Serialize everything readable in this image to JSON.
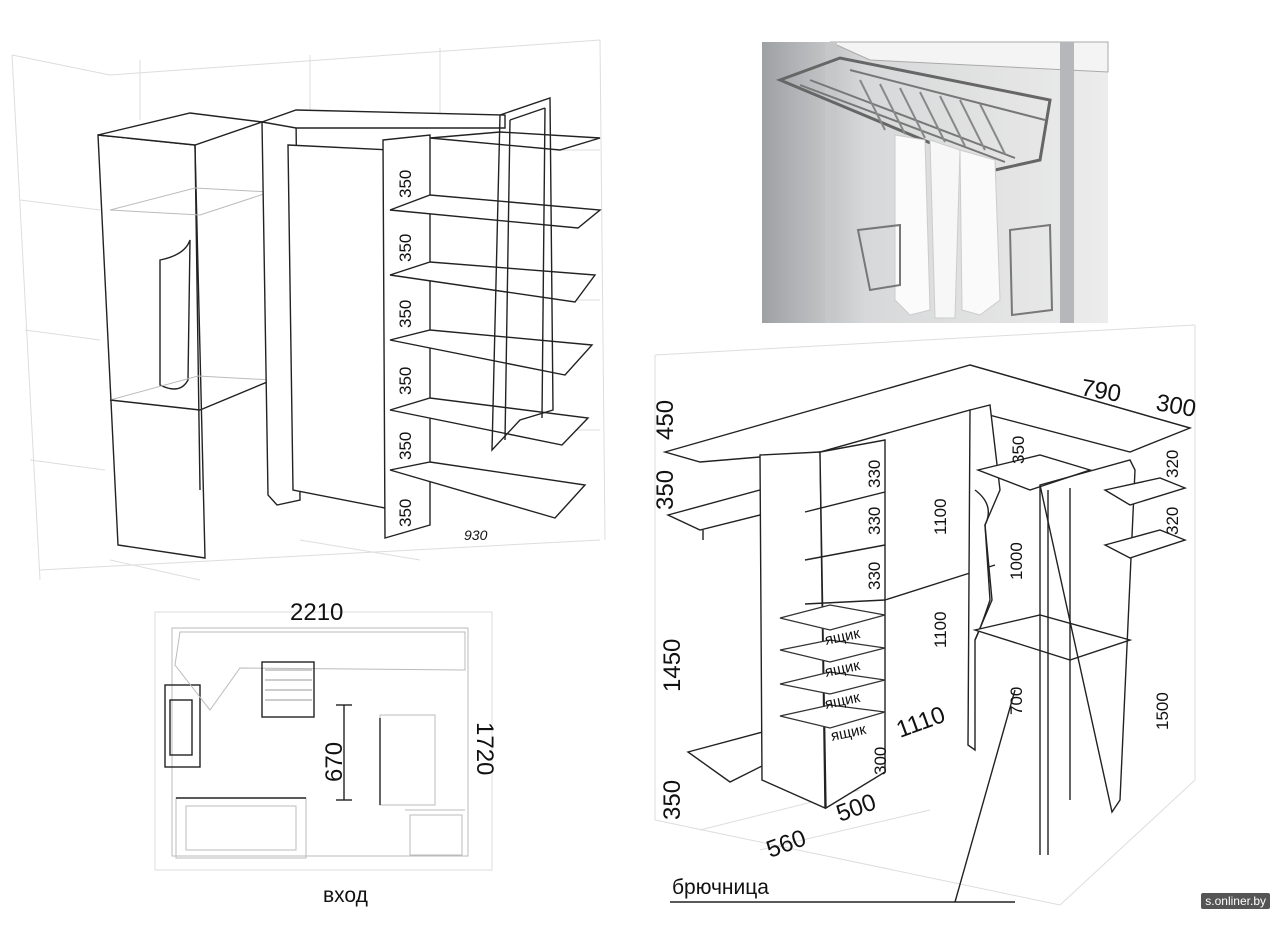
{
  "top_left_cabinet": {
    "shelf_heights": [
      "350",
      "350",
      "350",
      "350",
      "350",
      "350"
    ],
    "width": "930"
  },
  "floor_plan": {
    "width": "2210",
    "depth": "1720",
    "passage": "670",
    "entrance_label": "вход"
  },
  "right_cabinet": {
    "left_heights": [
      "450",
      "350",
      "1450",
      "350"
    ],
    "top_widths": [
      "790",
      "300"
    ],
    "middle_shelves": [
      "330",
      "330",
      "330"
    ],
    "right_shelves": [
      "320",
      "320"
    ],
    "inner_top": "350",
    "upper_bay": "1100",
    "lower_bay": "1100",
    "hanging": "1000",
    "under_drawers": "300",
    "drawer_label": "ящик",
    "center_depth": "1110",
    "bottom_depth_a": "560",
    "bottom_depth_b": "500",
    "post_height": "700",
    "right_height": "1500",
    "trouser_rack_label": "брючница"
  },
  "photo": {
    "description_icon": "trouser-rack-photo"
  },
  "watermark": "s.onliner.by"
}
